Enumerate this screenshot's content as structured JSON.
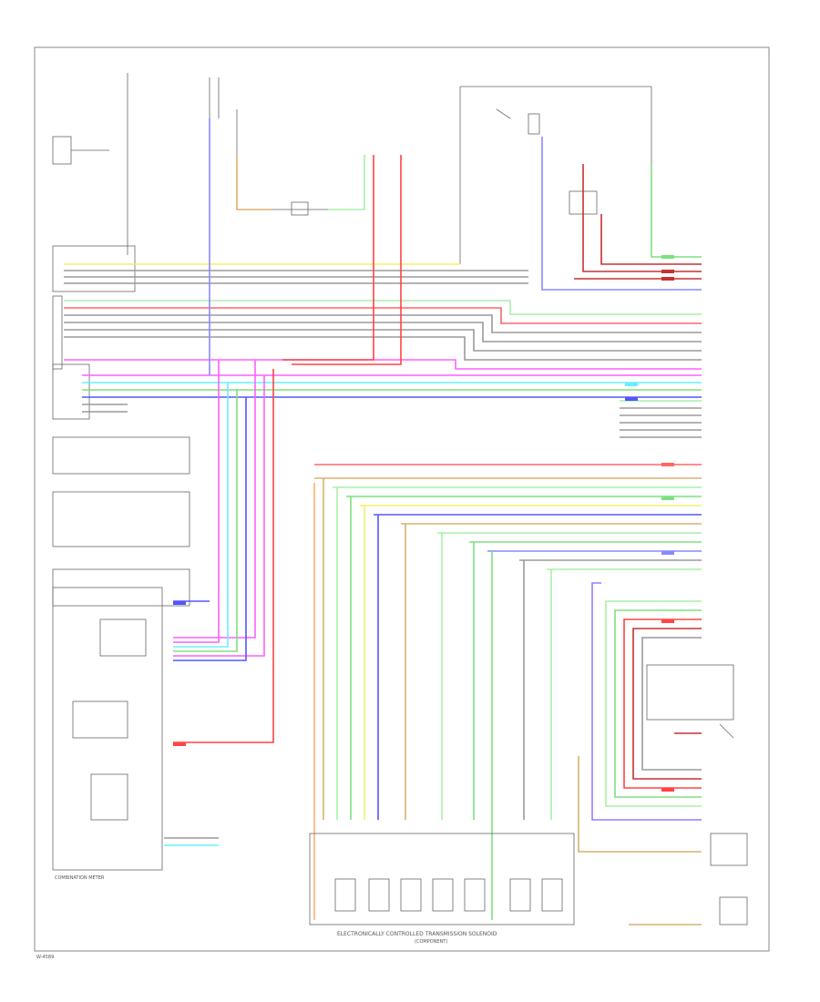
{
  "diagram": {
    "labels": {
      "bottom_main": "ELECTRONICALLY CONTROLLED TRANSMISSION SOLENOID",
      "bottom_main_sub": "(COMPONENT)",
      "left_box_bottom": "COMBINATION METER",
      "footer_id": "W-4589"
    },
    "colors": {
      "yellow": "#f2f26a",
      "gray": "#9a9a9a",
      "green": "#7ee07e",
      "red": "#ff4444",
      "pink": "#ff5fff",
      "cyan": "#66f0ff",
      "blue": "#5555ff",
      "orange": "#ffb070",
      "tan": "#d8b070",
      "light_green": "#a8f0a8",
      "dark_red": "#c83030",
      "purple": "#9a7cff"
    }
  }
}
